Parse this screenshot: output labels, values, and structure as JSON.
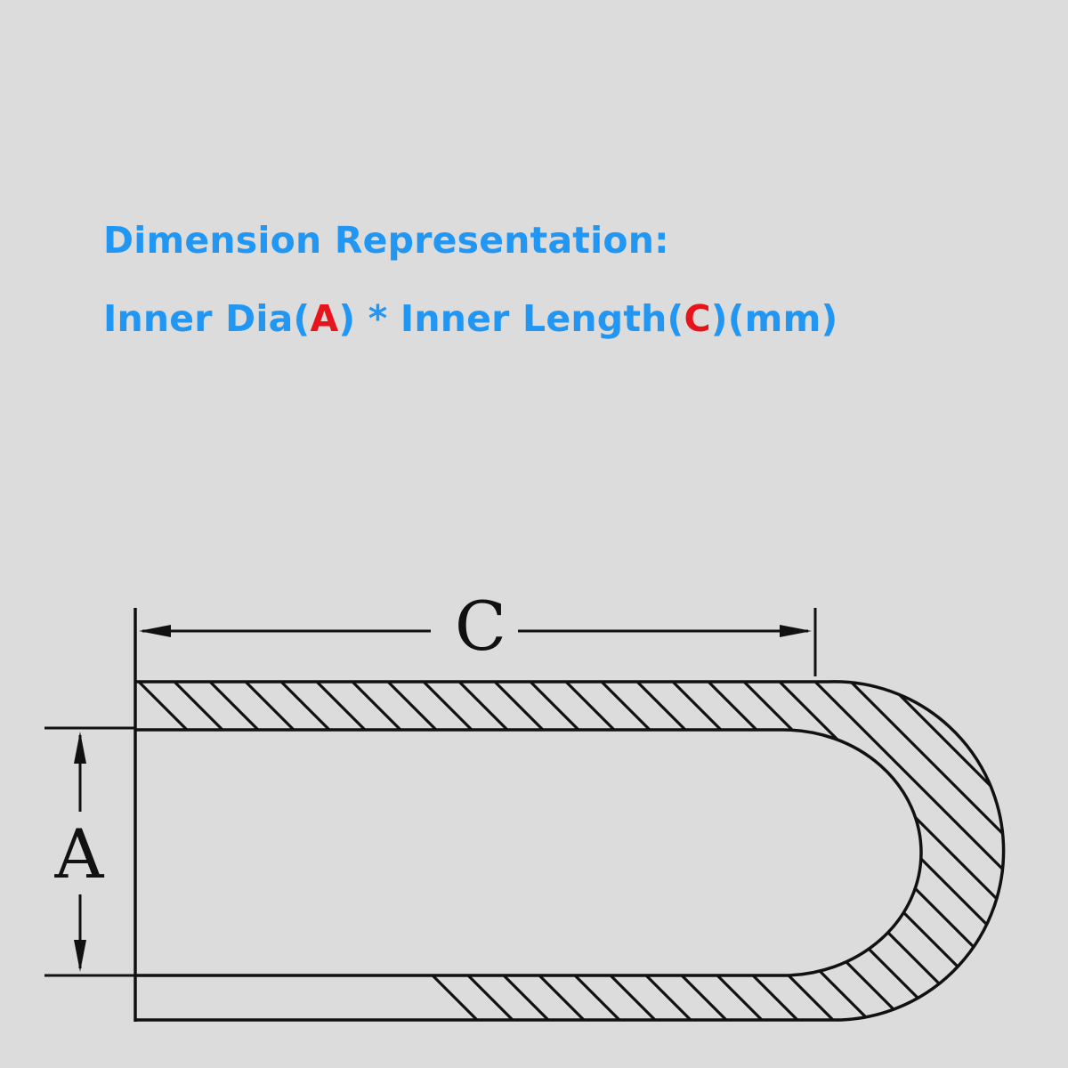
{
  "heading": {
    "title": "Dimension Representation:",
    "line2_part1": "Inner Dia",
    "line2_paren_open_a": "(",
    "line2_letter_a": "A",
    "line2_part2": ") * Inner Length",
    "line2_paren_open_c": "(",
    "line2_letter_c": "C",
    "line2_part3": ")(mm)"
  },
  "diagram": {
    "label_length": "C",
    "label_diameter": "A"
  },
  "colors": {
    "background": "#dcdcdc",
    "heading_text": "#2196f3",
    "highlight_letters": "#e8141b",
    "drawing_lines": "#111111"
  }
}
